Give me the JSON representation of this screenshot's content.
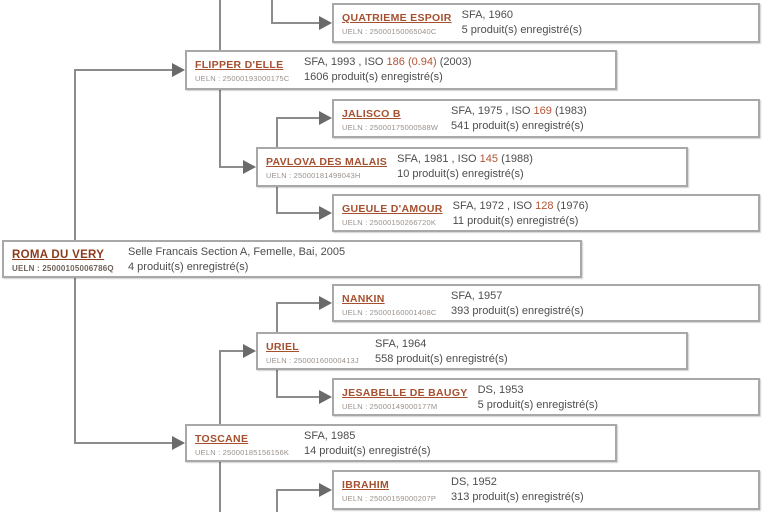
{
  "colors": {
    "horse_name": "#a5502f",
    "root_horse_name": "#8c3a1c",
    "iso_highlight": "#b35334",
    "info_text": "#4d4d4d",
    "ueln_text": "#9a918b",
    "box_border": "#a8a8a8",
    "connector_line": "#8c8c8c",
    "arrowhead": "#6a6a6a"
  },
  "nodes": [
    {
      "id": "quatrieme",
      "name": "QUATRIEME ESPOIR",
      "ueln": "UELN : 25000150065040C",
      "info_pre": "SFA, 1960",
      "info_iso": "",
      "info_post": "",
      "produits": "5 produit(s) enregistré(s)"
    },
    {
      "id": "flipper",
      "name": "FLIPPER D'ELLE",
      "ueln": "UELN : 25000193000175C",
      "info_pre": "SFA, 1993 , ISO ",
      "info_iso": "186 (0.94)",
      "info_post": " (2003)",
      "produits": "1606 produit(s) enregistré(s)"
    },
    {
      "id": "jalisco",
      "name": "JALISCO B",
      "ueln": "UELN : 25000175000588W",
      "info_pre": "SFA, 1975 , ISO ",
      "info_iso": "169",
      "info_post": " (1983)",
      "produits": "541 produit(s) enregistré(s)"
    },
    {
      "id": "pavlova",
      "name": "PAVLOVA DES MALAIS",
      "ueln": "UELN : 25000181499043H",
      "info_pre": "SFA, 1981 , ISO ",
      "info_iso": "145",
      "info_post": " (1988)",
      "produits": "10 produit(s) enregistré(s)"
    },
    {
      "id": "gueule",
      "name": "GUEULE D'AMOUR",
      "ueln": "UELN : 25000150266720K",
      "info_pre": "SFA, 1972 , ISO ",
      "info_iso": "128",
      "info_post": " (1976)",
      "produits": "11 produit(s) enregistré(s)"
    },
    {
      "id": "roma",
      "name": "ROMA DU VERY",
      "ueln": "UELN : 25000105006786Q",
      "info_pre": "Selle Francais Section A, Femelle, Bai, 2005",
      "info_iso": "",
      "info_post": "",
      "produits": "4 produit(s) enregistré(s)"
    },
    {
      "id": "nankin",
      "name": "NANKIN",
      "ueln": "UELN : 25000160001408C",
      "info_pre": "SFA, 1957",
      "info_iso": "",
      "info_post": "",
      "produits": "393 produit(s) enregistré(s)"
    },
    {
      "id": "uriel",
      "name": "URIEL",
      "ueln": "UELN : 25000160000413J",
      "info_pre": "SFA, 1964",
      "info_iso": "",
      "info_post": "",
      "produits": "558 produit(s) enregistré(s)"
    },
    {
      "id": "jesabelle",
      "name": "JESABELLE DE BAUGY",
      "ueln": "UELN : 25000149000177M",
      "info_pre": "DS, 1953",
      "info_iso": "",
      "info_post": "",
      "produits": "5 produit(s) enregistré(s)"
    },
    {
      "id": "toscane",
      "name": "TOSCANE",
      "ueln": "UELN : 25000185156156K",
      "info_pre": "SFA, 1985",
      "info_iso": "",
      "info_post": "",
      "produits": "14 produit(s) enregistré(s)"
    },
    {
      "id": "ibrahim",
      "name": "IBRAHIM",
      "ueln": "UELN : 25000159000207P",
      "info_pre": "DS, 1952",
      "info_iso": "",
      "info_post": "",
      "produits": "313 produit(s) enregistré(s)"
    }
  ]
}
